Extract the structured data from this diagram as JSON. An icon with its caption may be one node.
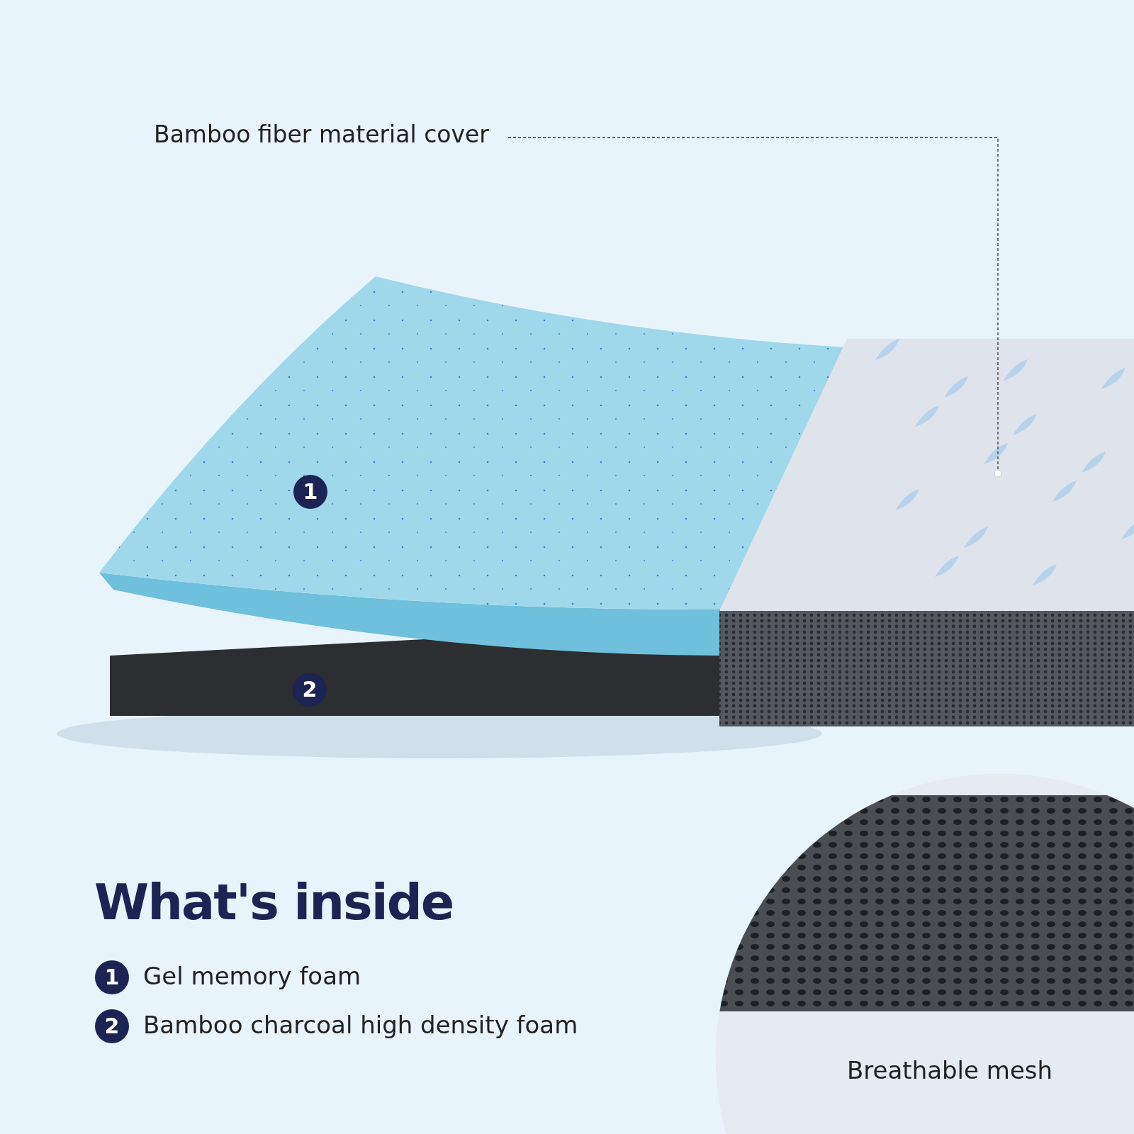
{
  "diagram": {
    "title": "What's inside",
    "nodes": [
      {
        "text": [
          "Bamboo fiber material cover"
        ]
      },
      {
        "text": [],
        "shape": "picture"
      },
      {
        "text": [
          "1"
        ]
      },
      {
        "text": [
          "2"
        ]
      },
      {
        "text": [
          "1"
        ],
        "beside": [
          "Gel memory foam"
        ]
      },
      {
        "text": [
          "2"
        ],
        "beside": [
          "Bamboo charcoal high density foam"
        ]
      },
      {
        "text": [
          "Breathable mesh"
        ]
      }
    ],
    "edges": [
      {
        "from": 0,
        "to": 1,
        "arrow": "other",
        "style": "dashed"
      }
    ]
  }
}
